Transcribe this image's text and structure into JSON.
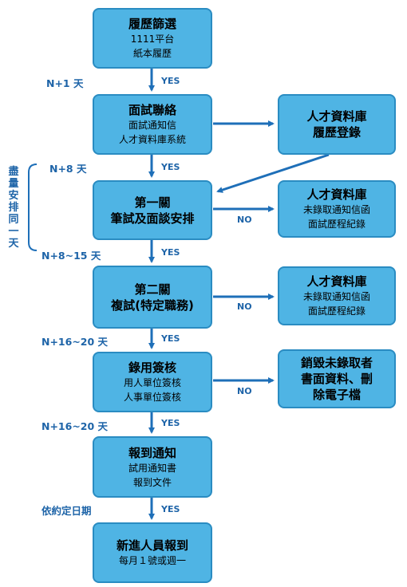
{
  "boxes": {
    "resume_screen": {
      "title": "履歷篩選",
      "lines": [
        "1111平台",
        "紙本履歷"
      ]
    },
    "interview_contact": {
      "title": "面試聯絡",
      "lines": [
        "面試通知信",
        "人才資料庫系統"
      ]
    },
    "first_stage": {
      "title_lines": [
        "第一關",
        "筆試及面談安排"
      ]
    },
    "second_stage": {
      "title_lines": [
        "第二關",
        "複試(特定職務)"
      ]
    },
    "hire_approval": {
      "title": "錄用簽核",
      "lines": [
        "用人單位簽核",
        "人事單位簽核"
      ]
    },
    "onboard_notice": {
      "title": "報到通知",
      "lines": [
        "試用通知書",
        "報到文件"
      ]
    },
    "new_hire": {
      "title": "新進人員報到",
      "lines": [
        "每月１號或週一"
      ]
    },
    "talent_db_register": {
      "title_lines": [
        "人才資料庫",
        "履歷登錄"
      ]
    },
    "talent_db_reject_1": {
      "title": "人才資料庫",
      "lines": [
        "未錄取通知信函",
        "面試歷程紀錄"
      ]
    },
    "talent_db_reject_2": {
      "title": "人才資料庫",
      "lines": [
        "未錄取通知信函",
        "面試歷程紀錄"
      ]
    },
    "destroy_records": {
      "title_lines": [
        "銷毀未錄取者",
        "書面資料、刪",
        "除電子檔"
      ]
    }
  },
  "day_labels": [
    "N+1 天",
    "N+8 天",
    "N+8~15 天",
    "N+16~20 天",
    "N+16~20 天",
    "依約定日期"
  ],
  "yes_labels": [
    "YES",
    "YES",
    "YES",
    "YES",
    "YES",
    "YES"
  ],
  "no_labels": [
    "NO",
    "NO",
    "NO"
  ],
  "side_note": "盡量安排同一天",
  "colors": {
    "box_fill": "#4fb4e4",
    "box_border": "#2a8cc2",
    "arrow": "#1e6fb8",
    "label": "#1e64a8"
  }
}
